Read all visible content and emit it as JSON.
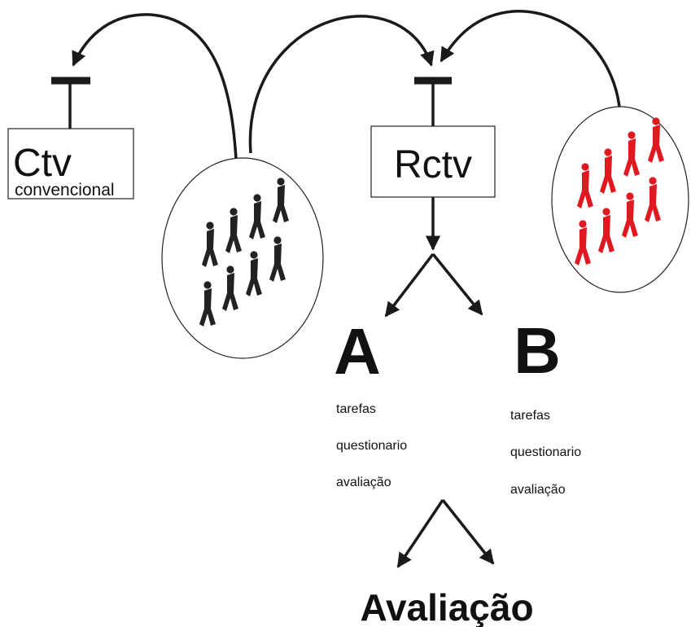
{
  "nodes": {
    "ctv": {
      "title": "Ctv",
      "subtitle": "convencional"
    },
    "rctv": {
      "title": "Rctv"
    },
    "group_a": {
      "letter": "A",
      "items": [
        "tarefas",
        "questionario",
        "avaliação"
      ]
    },
    "group_b": {
      "letter": "B",
      "items": [
        "tarefas",
        "questionario",
        "avaliação"
      ]
    },
    "result": {
      "label": "Avaliação"
    }
  },
  "populations": {
    "left_group": {
      "color": "#222222",
      "count": 8
    },
    "right_group": {
      "color": "#e0181f",
      "count": 8
    }
  },
  "colors": {
    "line": "#1a1a1a",
    "accent": "#e0181f"
  }
}
